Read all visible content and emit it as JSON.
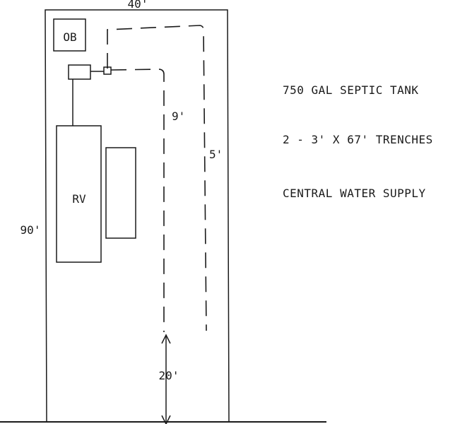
{
  "dimensions": {
    "lot_width": "40'",
    "lot_length": "90'",
    "trench_spacing": "9'",
    "edge_distance": "5'",
    "setback": "20'"
  },
  "labels": {
    "outbuilding": "OB",
    "rv": "RV"
  },
  "notes": [
    "750 GAL SEPTIC TANK",
    "2 - 3' X 67' TRENCHES",
    "CENTRAL WATER SUPPLY"
  ]
}
